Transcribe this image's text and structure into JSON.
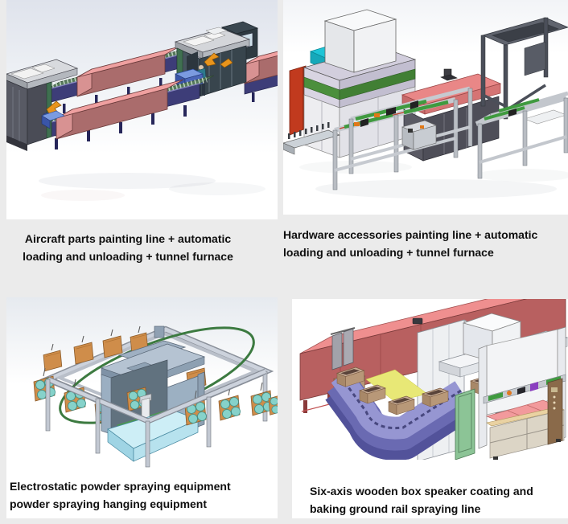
{
  "page": {
    "background_color": "#ebebeb",
    "panel_color": "#ffffff",
    "caption_color": "#0f0f0f"
  },
  "products": [
    {
      "id": "aircraft-line",
      "caption": [
        "Aircraft parts painting line + automatic",
        "loading and unloading + tunnel furnace"
      ],
      "alt": "isometric render: two parallel roller conveyors with pink tunnel furnaces, loading machines, orange robot arms and an operator"
    },
    {
      "id": "hardware-line",
      "caption": [
        "Hardware accessories painting line + automatic",
        "loading and unloading + tunnel furnace"
      ],
      "alt": "isometric render: spray cabinet with white hopper, aluminium frame conveyors with green rails, pink-roof tunnel oven and unloading rack"
    },
    {
      "id": "electrostatic-line",
      "caption": [
        "Electrostatic powder spraying equipment",
        "powder spraying hanging equipment"
      ],
      "alt": "isometric render: overhead hanging oval conveyor with tan panels carrying teal discs passing through a blue spray booth"
    },
    {
      "id": "six-axis-line",
      "caption": [
        "Six-axis wooden box speaker coating and",
        "baking ground rail spraying line"
      ],
      "alt": "isometric render: red baking tunnel, purple curved conveyor with wooden speaker boxes, white spray booth and pink work tables"
    }
  ],
  "palette": {
    "furnace_pink": "#efa0a0",
    "conveyor_navy": "#3d3d78",
    "roller_green": "#55795a",
    "rail_green": "#3f9a3f",
    "machine_slate": "#46545e",
    "robot_orange": "#e8941c",
    "cabinet_red": "#c13a1e",
    "cabinet_cyan": "#1ec4d6",
    "oven_pink": "#e98787",
    "hanger_tan": "#cf8d4a",
    "disc_teal": "#86d2ca",
    "spray_booth_blue": "#b5c3d2",
    "base_cyan": "#cdeef6",
    "conveyor_purple": "#6a6ab2",
    "inner_yellow": "#e8e876",
    "panel_green": "#8cc496",
    "table_pink": "#f29a9c",
    "worker_teal": "#2d7a8c"
  }
}
